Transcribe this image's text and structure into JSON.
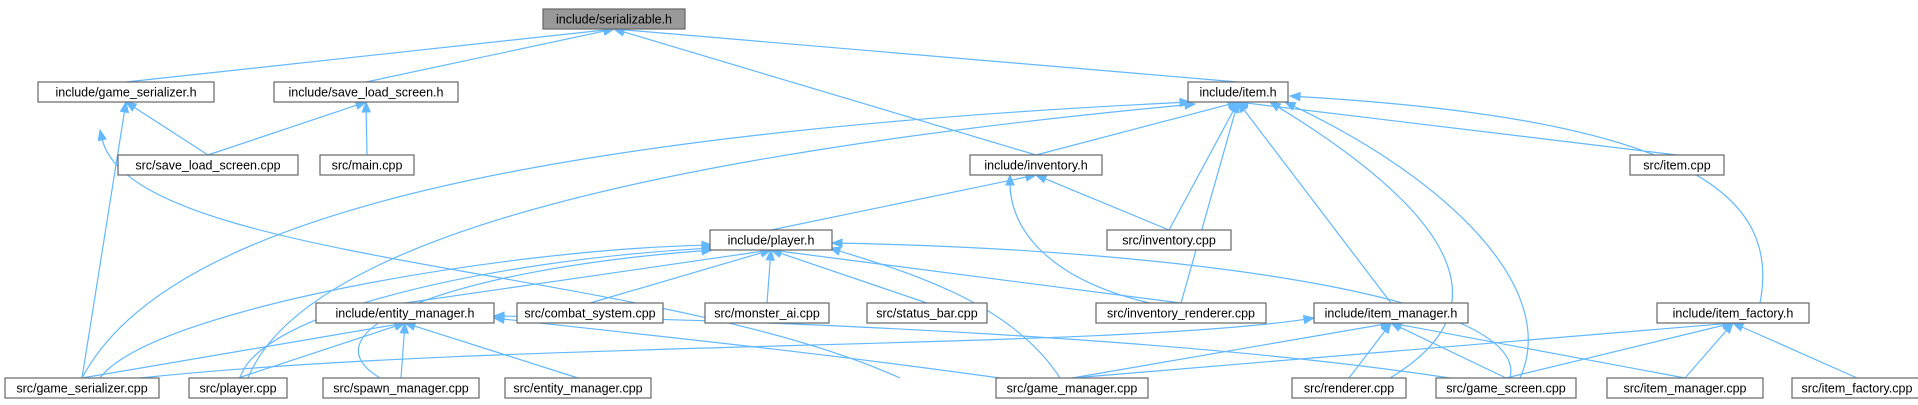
{
  "graph": {
    "colors": {
      "edge": "#63b8ff",
      "node_border": "#666666",
      "root_fill": "#999999",
      "node_fill": "#ffffff"
    },
    "nodes": [
      {
        "id": "serializable_h",
        "label": "include/serializable.h",
        "root": true
      },
      {
        "id": "game_serializer_h",
        "label": "include/game_serializer.h"
      },
      {
        "id": "save_load_screen_h",
        "label": "include/save_load_screen.h"
      },
      {
        "id": "item_h",
        "label": "include/item.h"
      },
      {
        "id": "save_load_screen_cpp",
        "label": "src/save_load_screen.cpp"
      },
      {
        "id": "main_cpp",
        "label": "src/main.cpp"
      },
      {
        "id": "inventory_h",
        "label": "include/inventory.h"
      },
      {
        "id": "item_cpp",
        "label": "src/item.cpp"
      },
      {
        "id": "player_h",
        "label": "include/player.h"
      },
      {
        "id": "inventory_cpp",
        "label": "src/inventory.cpp"
      },
      {
        "id": "entity_manager_h",
        "label": "include/entity_manager.h"
      },
      {
        "id": "combat_system_cpp",
        "label": "src/combat_system.cpp"
      },
      {
        "id": "monster_ai_cpp",
        "label": "src/monster_ai.cpp"
      },
      {
        "id": "status_bar_cpp",
        "label": "src/status_bar.cpp"
      },
      {
        "id": "inventory_renderer_cpp",
        "label": "src/inventory_renderer.cpp"
      },
      {
        "id": "item_manager_h",
        "label": "include/item_manager.h"
      },
      {
        "id": "item_factory_h",
        "label": "include/item_factory.h"
      },
      {
        "id": "game_serializer_cpp",
        "label": "src/game_serializer.cpp"
      },
      {
        "id": "player_cpp",
        "label": "src/player.cpp"
      },
      {
        "id": "spawn_manager_cpp",
        "label": "src/spawn_manager.cpp"
      },
      {
        "id": "entity_manager_cpp",
        "label": "src/entity_manager.cpp"
      },
      {
        "id": "game_manager_cpp",
        "label": "src/game_manager.cpp"
      },
      {
        "id": "renderer_cpp",
        "label": "src/renderer.cpp"
      },
      {
        "id": "game_screen_cpp",
        "label": "src/game_screen.cpp"
      },
      {
        "id": "item_manager_cpp",
        "label": "src/item_manager.cpp"
      },
      {
        "id": "item_factory_cpp",
        "label": "src/item_factory.cpp"
      }
    ],
    "edges": [
      {
        "from": "game_serializer_h",
        "to": "serializable_h"
      },
      {
        "from": "save_load_screen_h",
        "to": "serializable_h"
      },
      {
        "from": "item_h",
        "to": "serializable_h"
      },
      {
        "from": "inventory_h",
        "to": "serializable_h"
      },
      {
        "from": "save_load_screen_cpp",
        "to": "game_serializer_h"
      },
      {
        "from": "game_serializer_cpp",
        "to": "game_serializer_h"
      },
      {
        "from": "game_manager_cpp",
        "to": "game_serializer_h"
      },
      {
        "from": "save_load_screen_cpp",
        "to": "save_load_screen_h"
      },
      {
        "from": "main_cpp",
        "to": "save_load_screen_h"
      },
      {
        "from": "inventory_h",
        "to": "item_h"
      },
      {
        "from": "item_cpp",
        "to": "item_h"
      },
      {
        "from": "inventory_cpp",
        "to": "item_h"
      },
      {
        "from": "inventory_renderer_cpp",
        "to": "item_h"
      },
      {
        "from": "item_manager_h",
        "to": "item_h"
      },
      {
        "from": "item_factory_h",
        "to": "item_h"
      },
      {
        "from": "game_serializer_cpp",
        "to": "item_h"
      },
      {
        "from": "player_cpp",
        "to": "item_h"
      },
      {
        "from": "renderer_cpp",
        "to": "item_h"
      },
      {
        "from": "game_screen_cpp",
        "to": "item_h"
      },
      {
        "from": "player_h",
        "to": "inventory_h"
      },
      {
        "from": "inventory_cpp",
        "to": "inventory_h"
      },
      {
        "from": "inventory_renderer_cpp",
        "to": "inventory_h"
      },
      {
        "from": "entity_manager_h",
        "to": "player_h"
      },
      {
        "from": "combat_system_cpp",
        "to": "player_h"
      },
      {
        "from": "monster_ai_cpp",
        "to": "player_h"
      },
      {
        "from": "status_bar_cpp",
        "to": "player_h"
      },
      {
        "from": "inventory_renderer_cpp",
        "to": "player_h"
      },
      {
        "from": "game_serializer_cpp",
        "to": "player_h"
      },
      {
        "from": "player_cpp",
        "to": "player_h"
      },
      {
        "from": "spawn_manager_cpp",
        "to": "player_h"
      },
      {
        "from": "game_manager_cpp",
        "to": "player_h"
      },
      {
        "from": "game_screen_cpp",
        "to": "player_h"
      },
      {
        "from": "game_serializer_cpp",
        "to": "entity_manager_h"
      },
      {
        "from": "player_cpp",
        "to": "entity_manager_h"
      },
      {
        "from": "spawn_manager_cpp",
        "to": "entity_manager_h"
      },
      {
        "from": "entity_manager_cpp",
        "to": "entity_manager_h"
      },
      {
        "from": "game_manager_cpp",
        "to": "entity_manager_h"
      },
      {
        "from": "game_screen_cpp",
        "to": "entity_manager_h"
      },
      {
        "from": "game_manager_cpp",
        "to": "item_manager_h"
      },
      {
        "from": "renderer_cpp",
        "to": "item_manager_h"
      },
      {
        "from": "game_screen_cpp",
        "to": "item_manager_h"
      },
      {
        "from": "item_manager_cpp",
        "to": "item_manager_h"
      },
      {
        "from": "game_serializer_cpp",
        "to": "item_manager_h"
      },
      {
        "from": "game_manager_cpp",
        "to": "item_factory_h"
      },
      {
        "from": "game_screen_cpp",
        "to": "item_factory_h"
      },
      {
        "from": "item_manager_cpp",
        "to": "item_factory_h"
      },
      {
        "from": "item_factory_cpp",
        "to": "item_factory_h"
      }
    ]
  }
}
